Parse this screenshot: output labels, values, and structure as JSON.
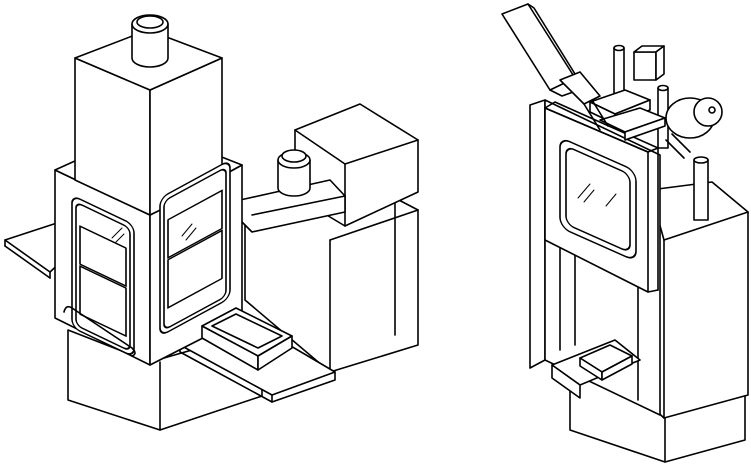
{
  "figure": {
    "background": "#ffffff",
    "line_color": "#000000",
    "machines": [
      {
        "id": "press-a",
        "style": "line drawing",
        "parts": [
          "motor-cap",
          "upper-housing",
          "window-frame",
          "left-window",
          "front-window",
          "front-tray",
          "side-platform",
          "right-motor-box",
          "right-drum",
          "left-table",
          "base-block"
        ]
      },
      {
        "id": "press-b",
        "style": "line drawing",
        "parts": [
          "tilt-arm",
          "valve-head",
          "front-door",
          "door-window",
          "side-columns",
          "inner-tray",
          "base-block",
          "right-cylinder"
        ]
      }
    ]
  }
}
